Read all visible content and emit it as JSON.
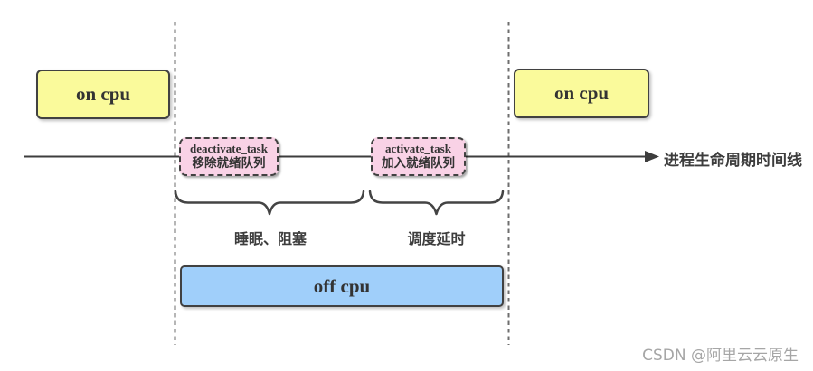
{
  "diagram": {
    "on_cpu_left": "on cpu",
    "on_cpu_right": "on cpu",
    "off_cpu": "off cpu",
    "deactivate": {
      "name": "deactivate_task",
      "desc": "移除就绪队列"
    },
    "activate": {
      "name": "activate_task",
      "desc": "加入就绪队列"
    },
    "brace_left_label": "睡眠、阻塞",
    "brace_right_label": "调度延时",
    "axis_label": "进程生命周期时间线",
    "watermark": "CSDN @阿里云云原生",
    "colors": {
      "background": "#ffffff",
      "on_cpu_fill": "#FAFA9B",
      "off_cpu_fill": "#A0CFFA",
      "event_fill": "#F9D2E6",
      "border": "#414141",
      "line": "#3d3d3d",
      "dashed_guide": "#6e6e6e",
      "text": "#333333",
      "watermark_gray": "#a6a6a6"
    }
  }
}
